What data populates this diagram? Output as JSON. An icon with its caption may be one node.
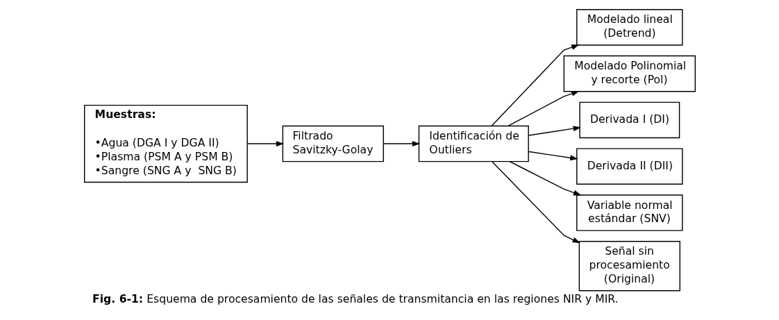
{
  "diagram": {
    "caption": "Fig. 6-1: Esquema de procesamiento de las señales de transmitancia en las regiones NIR y MIR.",
    "nodes": [
      {
        "text": [
          "Muestras:",
          "•Agua (DGA I y DGA II)",
          "•Plasma (PSM A y PSM B)",
          "•Sangre (SNG A y  SNG B)"
        ]
      },
      {
        "text": [
          "Filtrado Savitzky-Golay"
        ]
      },
      {
        "text": [
          "Identificación de Outliers"
        ]
      },
      {
        "text": [
          "Modelado lineal (Detrend)"
        ]
      },
      {
        "text": [
          "Modelado Polinomial y recorte (Pol)"
        ]
      },
      {
        "text": [
          "Derivada I (DI)"
        ]
      },
      {
        "text": [
          "Derivada II (DII)"
        ]
      },
      {
        "text": [
          "Variable normal estándar (SNV)"
        ]
      },
      {
        "text": [
          "Señal sin procesamiento (Original)"
        ]
      }
    ],
    "edges": [
      {
        "from": 0,
        "to": 1,
        "arrow": "to"
      },
      {
        "from": 1,
        "to": 2,
        "arrow": "to"
      },
      {
        "from": 2,
        "to": 3,
        "arrow": "to"
      },
      {
        "from": 2,
        "to": 4,
        "arrow": "to"
      },
      {
        "from": 2,
        "to": 5,
        "arrow": "to"
      },
      {
        "from": 2,
        "to": 6,
        "arrow": "to"
      },
      {
        "from": 2,
        "to": 7,
        "arrow": "to"
      },
      {
        "from": 2,
        "to": 8,
        "arrow": "to"
      }
    ]
  }
}
